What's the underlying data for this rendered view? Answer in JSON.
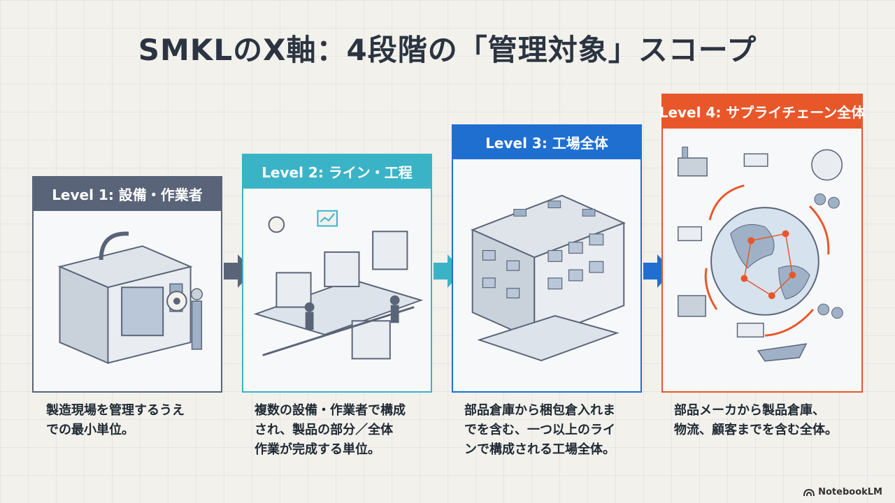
{
  "title": "SMKLのX軸：4段階の「管理対象」スコープ",
  "levels": [
    {
      "label": "Level 1: 設備・作業者",
      "color": "#5a6478",
      "desc": [
        "製造現場を管理するうえ",
        "での最小単位。"
      ]
    },
    {
      "label": "Level 2: ライン・工程",
      "color": "#3bb3c7",
      "desc": [
        "複数の設備・作業者で構成",
        "され、製品の部分／全体",
        "作業が完成する単位。"
      ]
    },
    {
      "label": "Level 3: 工場全体",
      "color": "#1f6fd1",
      "desc": [
        "部品倉庫から梱包倉入れま",
        "でを含む、一つ以上のライ",
        "ンで構成される工場全体。"
      ]
    },
    {
      "label": "Level 4: サプライチェーン全体",
      "color": "#e8572a",
      "desc": [
        "部品メーカから製品倉庫、",
        "物流、顧客までを含む全体。"
      ]
    }
  ],
  "icons": [
    "machine-tool-icon",
    "production-line-icon",
    "factory-icon",
    "supply-chain-globe-icon"
  ],
  "brand": "NotebookLM"
}
